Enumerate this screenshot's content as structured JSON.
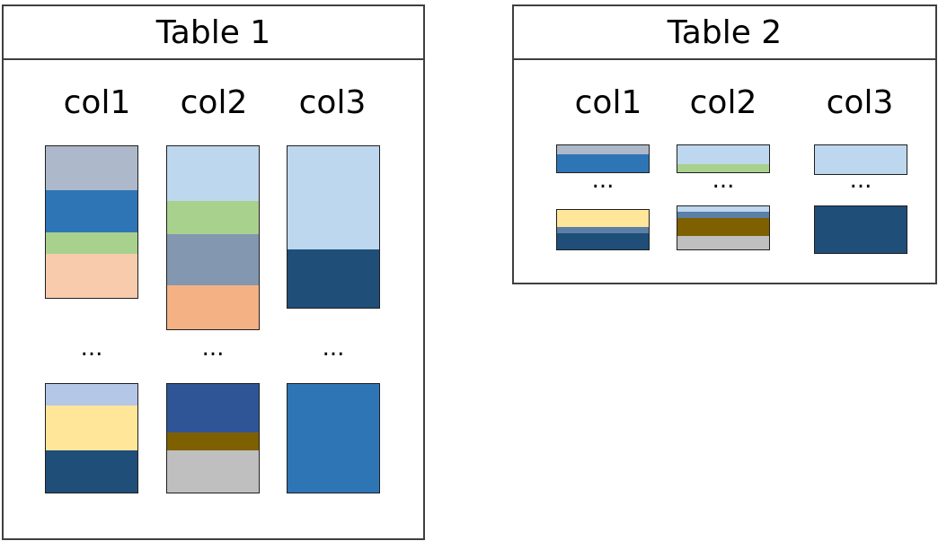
{
  "colors": {
    "gray_blue": "#adb9ca",
    "blue": "#2e75b6",
    "green": "#a9d18e",
    "peach": "#f8cbad",
    "light_blue": "#bdd7ee",
    "slate": "#8497b0",
    "orange": "#f4b183",
    "navy": "#1f4e79",
    "lavender": "#b4c7e7",
    "pale_yellow": "#ffe699",
    "royal_blue": "#2f5597",
    "brown": "#7f6000",
    "silver": "#bfbfbf",
    "steel_blue": "#5b7fa6"
  },
  "table1": {
    "title": "Table 1",
    "columns": [
      {
        "label": "col1",
        "ellipsis": "...",
        "top_block": [
          "gray_blue",
          "blue",
          "green",
          "peach"
        ],
        "bottom_block": [
          "lavender",
          "pale_yellow",
          "navy"
        ]
      },
      {
        "label": "col2",
        "ellipsis": "...",
        "top_block": [
          "light_blue",
          "green",
          "slate",
          "orange"
        ],
        "bottom_block": [
          "royal_blue",
          "brown",
          "silver"
        ]
      },
      {
        "label": "col3",
        "ellipsis": "...",
        "top_block": [
          "light_blue",
          "navy"
        ],
        "bottom_block": [
          "blue"
        ]
      }
    ]
  },
  "table2": {
    "title": "Table 2",
    "columns": [
      {
        "label": "col1",
        "ellipsis": "...",
        "top_block": [
          "gray_blue",
          "blue"
        ],
        "bottom_block": [
          "pale_yellow",
          "steel_blue",
          "navy"
        ]
      },
      {
        "label": "col2",
        "ellipsis": "...",
        "top_block": [
          "light_blue",
          "green"
        ],
        "bottom_block": [
          "light_blue",
          "steel_blue",
          "brown",
          "silver"
        ]
      },
      {
        "label": "col3",
        "ellipsis": "...",
        "top_block": [
          "light_blue"
        ],
        "bottom_block": [
          "navy"
        ]
      }
    ]
  }
}
